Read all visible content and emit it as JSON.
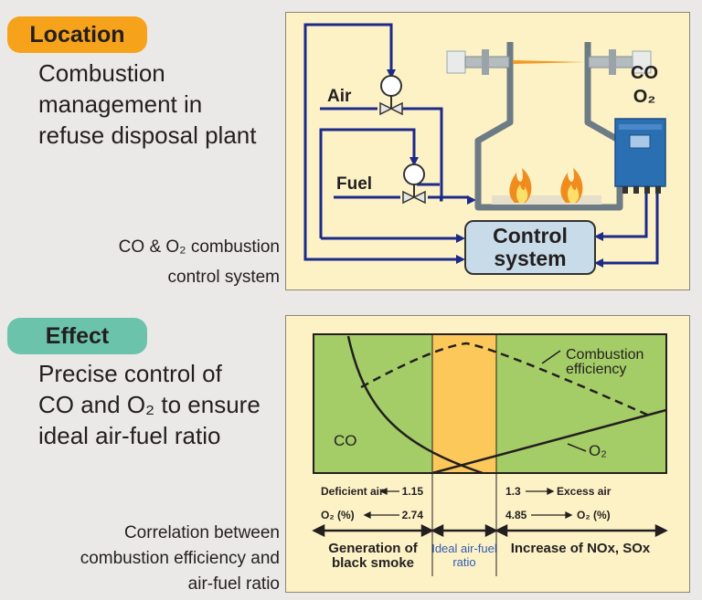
{
  "location": {
    "badge": "Location",
    "headline": [
      "Combustion",
      "management in",
      "refuse disposal plant"
    ],
    "caption": [
      "CO & O₂ combustion",
      "control system"
    ],
    "diagram": {
      "air_label": "Air",
      "fuel_label": "Fuel",
      "control_label": [
        "Control",
        "system"
      ],
      "co_label": "CO",
      "o2_label": "O₂"
    }
  },
  "effect": {
    "badge": "Effect",
    "headline": [
      "Precise control of",
      "CO and O₂ to ensure",
      "ideal air-fuel ratio"
    ],
    "caption": [
      "Correlation between",
      "combustion efficiency and",
      "air-fuel ratio"
    ],
    "chart": {
      "combustion_label": [
        "Combustion",
        "efficiency"
      ],
      "co_curve_label": "CO",
      "o2_curve_label": "O₂",
      "left_ratio_text": "Deficient air",
      "left_ratio_value": "1.15",
      "right_ratio_value": "1.3",
      "right_ratio_text": "Excess air",
      "left_o2_text": "O₂ (%)",
      "left_o2_value": "2.74",
      "right_o2_value": "4.85",
      "right_o2_text": "O₂ (%)",
      "zone_left": [
        "Generation of",
        "black smoke"
      ],
      "zone_mid": [
        "Ideal air-fuel",
        "ratio"
      ],
      "zone_right": "Increase of NOx, SOx"
    }
  },
  "colors": {
    "location_badge": "#f6a21a",
    "effect_badge": "#6cc3ab",
    "panel_bg": "#fdf2c6",
    "pipe_blue": "#1c2a8a",
    "furnace_gray": "#6d7b84",
    "chart_green": "#a5cd67",
    "chart_ideal": "#fcc85a",
    "ideal_text_blue": "#2f5ab4"
  }
}
